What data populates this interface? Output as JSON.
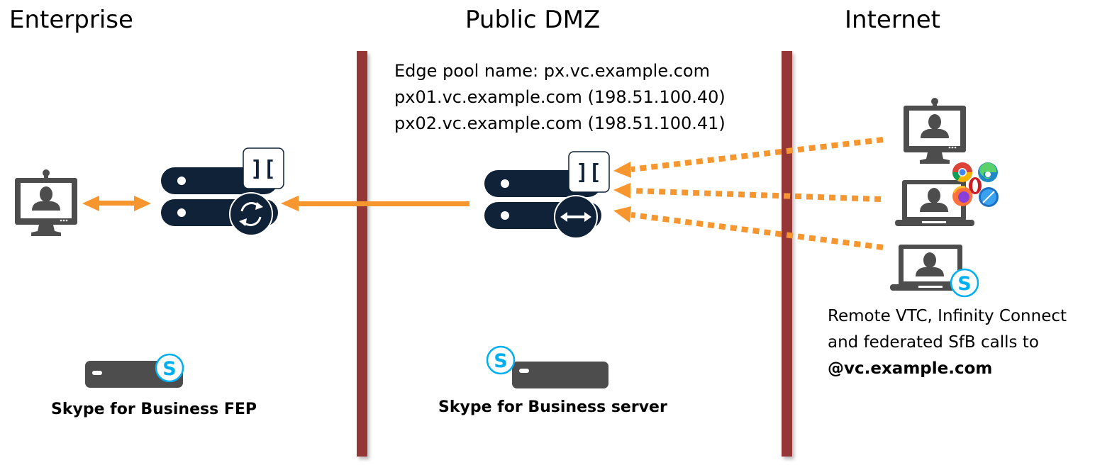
{
  "zones": {
    "enterprise": "Enterprise",
    "dmz": "Public DMZ",
    "internet": "Internet"
  },
  "edge_info": {
    "pool_name": "Edge pool name: px.vc.example.com",
    "node1": "px01.vc.example.com (198.51.100.40)",
    "node2": "px02.vc.example.com (198.51.100.41)"
  },
  "labels": {
    "sfb_fep": "Skype for Business FEP",
    "sfb_server": "Skype for Business server"
  },
  "caption": {
    "line1": "Remote VTC, Infinity Connect",
    "line2": "and federated SfB calls to",
    "line3": "@vc.example.com"
  },
  "colors": {
    "divider": "#963737",
    "arrow": "#F7962E",
    "server": "#0F2238",
    "device": "#4D4D4D",
    "skype": "#00AFF0"
  },
  "icons": {
    "enterprise_endpoint": "video-endpoint-icon",
    "transcoding_node": "conferencing-node-sync-icon",
    "edge_node": "proxying-edge-node-icon",
    "remote_vtc": "video-endpoint-icon",
    "browser_client": "laptop-browsers-icon",
    "skype_client": "laptop-skype-icon",
    "sfb_fep_server": "skype-server-icon",
    "sfb_dmz_server": "skype-server-icon"
  }
}
